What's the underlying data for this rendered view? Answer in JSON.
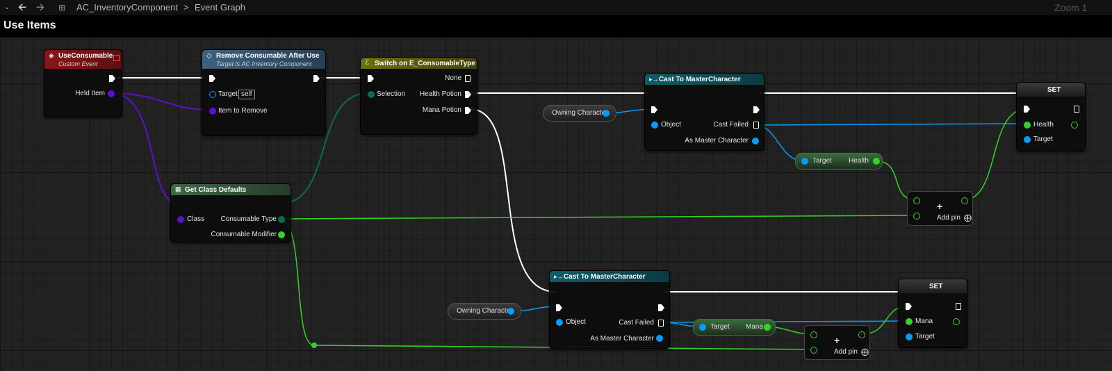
{
  "topbar": {
    "breadcrumb_root": "AC_InventoryComponent",
    "breadcrumb_sep": ">",
    "breadcrumb_leaf": "Event Graph",
    "zoom": "Zoom 1"
  },
  "graph": {
    "title": "Use Items"
  },
  "colors": {
    "exec": "#ffffff",
    "object": "#0a9cf5",
    "class": "#5b10d0",
    "float": "#36d22a",
    "enum": "#0a6b5c",
    "event_header": "#8b1616",
    "function_header": "#3d6180",
    "switch_header": "#6e6e10",
    "cast_header": "#0f5d66",
    "getdefaults_header": "#3c6b44",
    "set_header": "#2a2a2a"
  },
  "nodes": {
    "use_consumable": {
      "title": "UseConsumable",
      "subtitle": "Custom Event",
      "pin_held_item": "Held Item"
    },
    "remove_consumable": {
      "title": "Remove Consumable After Use",
      "subtitle": "Target is AC Inventory Component",
      "pin_target": "Target",
      "target_default": "self",
      "pin_item": "Item to Remove"
    },
    "switch": {
      "title": "Switch on E_ConsumableType",
      "pin_selection": "Selection",
      "pin_none": "None",
      "pin_health": "Health Potion",
      "pin_mana": "Mana Potion"
    },
    "cast_top": {
      "title": "Cast To MasterCharacter",
      "pin_object": "Object",
      "pin_failed": "Cast Failed",
      "pin_as": "As Master Character"
    },
    "cast_bottom": {
      "title": "Cast To MasterCharacter",
      "pin_object": "Object",
      "pin_failed": "Cast Failed",
      "pin_as": "As Master Character"
    },
    "owning_top": {
      "label": "Owning Character"
    },
    "owning_bottom": {
      "label": "Owning Character"
    },
    "get_defaults": {
      "title": "Get Class Defaults",
      "pin_class": "Class",
      "pin_type": "Consumable Type",
      "pin_modifier": "Consumable Modifier"
    },
    "set_top": {
      "title": "SET",
      "pin_value": "Health",
      "pin_target": "Target"
    },
    "set_bottom": {
      "title": "SET",
      "pin_value": "Mana",
      "pin_target": "Target"
    },
    "get_health": {
      "pin_target": "Target",
      "pin_value": "Health"
    },
    "get_mana": {
      "pin_target": "Target",
      "pin_value": "Mana"
    },
    "add_top": {
      "symbol": "+",
      "add_pin": "Add pin"
    },
    "add_bottom": {
      "symbol": "+",
      "add_pin": "Add pin"
    }
  }
}
